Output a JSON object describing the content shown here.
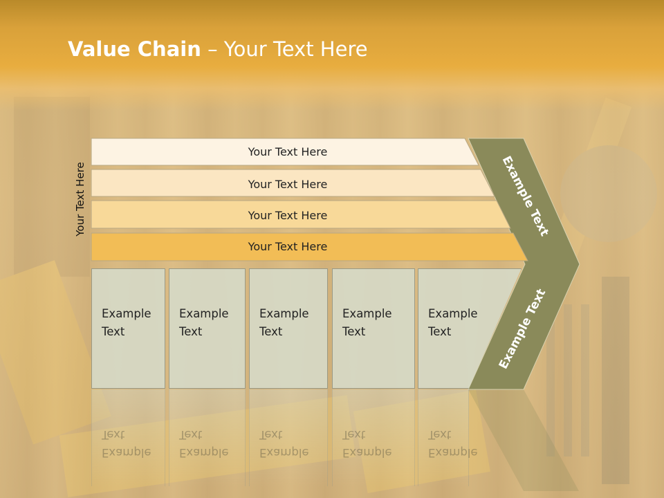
{
  "slide": {
    "title_bold": "Value Chain",
    "title_rest": " – Your Text Here",
    "side_label": "Your Text Here"
  },
  "bars": [
    {
      "label": "Your Text Here",
      "color": "#fdf3e3"
    },
    {
      "label": "Your Text Here",
      "color": "#fbe6c2"
    },
    {
      "label": "Your Text Here",
      "color": "#f8d999"
    },
    {
      "label": "Your Text Here",
      "color": "#f2bd56"
    }
  ],
  "columns": [
    {
      "line1": "Example",
      "line2": "Text"
    },
    {
      "line1": "Example",
      "line2": "Text"
    },
    {
      "line1": "Example",
      "line2": "Text"
    },
    {
      "line1": "Example",
      "line2": "Text"
    },
    {
      "line1": "Example",
      "line2": "Text"
    }
  ],
  "chevron": {
    "top_label": "Example Text",
    "bottom_label": "Example Text",
    "color": "#8a8a5a"
  },
  "colors": {
    "header": "#e8ad3f",
    "column_fill": "#d6d8c4"
  }
}
